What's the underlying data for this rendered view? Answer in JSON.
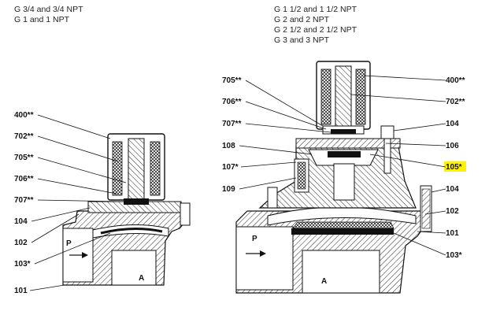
{
  "headers": {
    "small_valve": [
      "G 3/4 and 3/4 NPT",
      "G 1 and 1 NPT"
    ],
    "large_valve": [
      "G 1 1/2 and 1 1/2 NPT",
      "G 2 and 2 NPT",
      "G 2 1/2 and 2 1/2 NPT",
      "G 3 and 3 NPT"
    ]
  },
  "ports": {
    "inlet": "P",
    "outlet": "A"
  },
  "small_labels": [
    "400**",
    "702**",
    "705**",
    "706**",
    "707**",
    "104",
    "102",
    "103*",
    "101"
  ],
  "large_left_labels": [
    "705**",
    "706**",
    "707**",
    "108",
    "107*",
    "109"
  ],
  "large_right_labels": [
    "400**",
    "702**",
    "104",
    "106",
    "105*",
    "104",
    "102",
    "101",
    "103*"
  ],
  "highlight_label": "105*",
  "colors": {
    "highlight": "#fff200",
    "hatch": "#111111"
  }
}
